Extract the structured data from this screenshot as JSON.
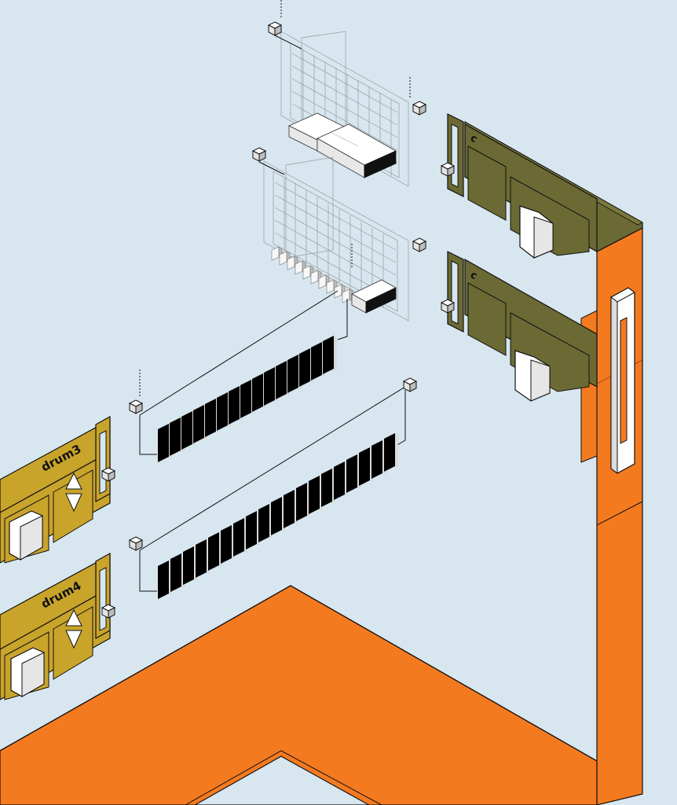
{
  "colors": {
    "background": "#d7e6ef",
    "orange": "#f47a20",
    "olive": "#6b6a34",
    "mustard": "#c9a42b",
    "white": "#ffffff",
    "black": "#111111"
  },
  "modules": {
    "drum3": {
      "label": "drum3"
    },
    "drum4": {
      "label": "drum4"
    },
    "channel_a": {
      "label": "c"
    },
    "channel_b": {
      "label": "c"
    }
  }
}
